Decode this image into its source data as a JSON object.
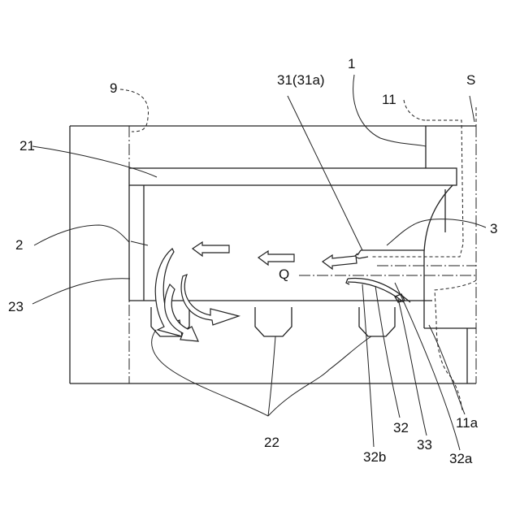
{
  "labels": {
    "ref_1": "1",
    "ref_2": "2",
    "ref_3": "3",
    "ref_9": "9",
    "ref_11": "11",
    "ref_11a": "11a",
    "ref_21": "21",
    "ref_22": "22",
    "ref_23": "23",
    "ref_31": "31(31a)",
    "ref_32_inner": "32",
    "ref_32a": "32a",
    "ref_32b": "32b",
    "ref_33": "33",
    "ref_S": "S",
    "ref_Q": "Q"
  },
  "icons": [
    "flow-arrow-icon",
    "curved-flow-arrow-icon"
  ]
}
